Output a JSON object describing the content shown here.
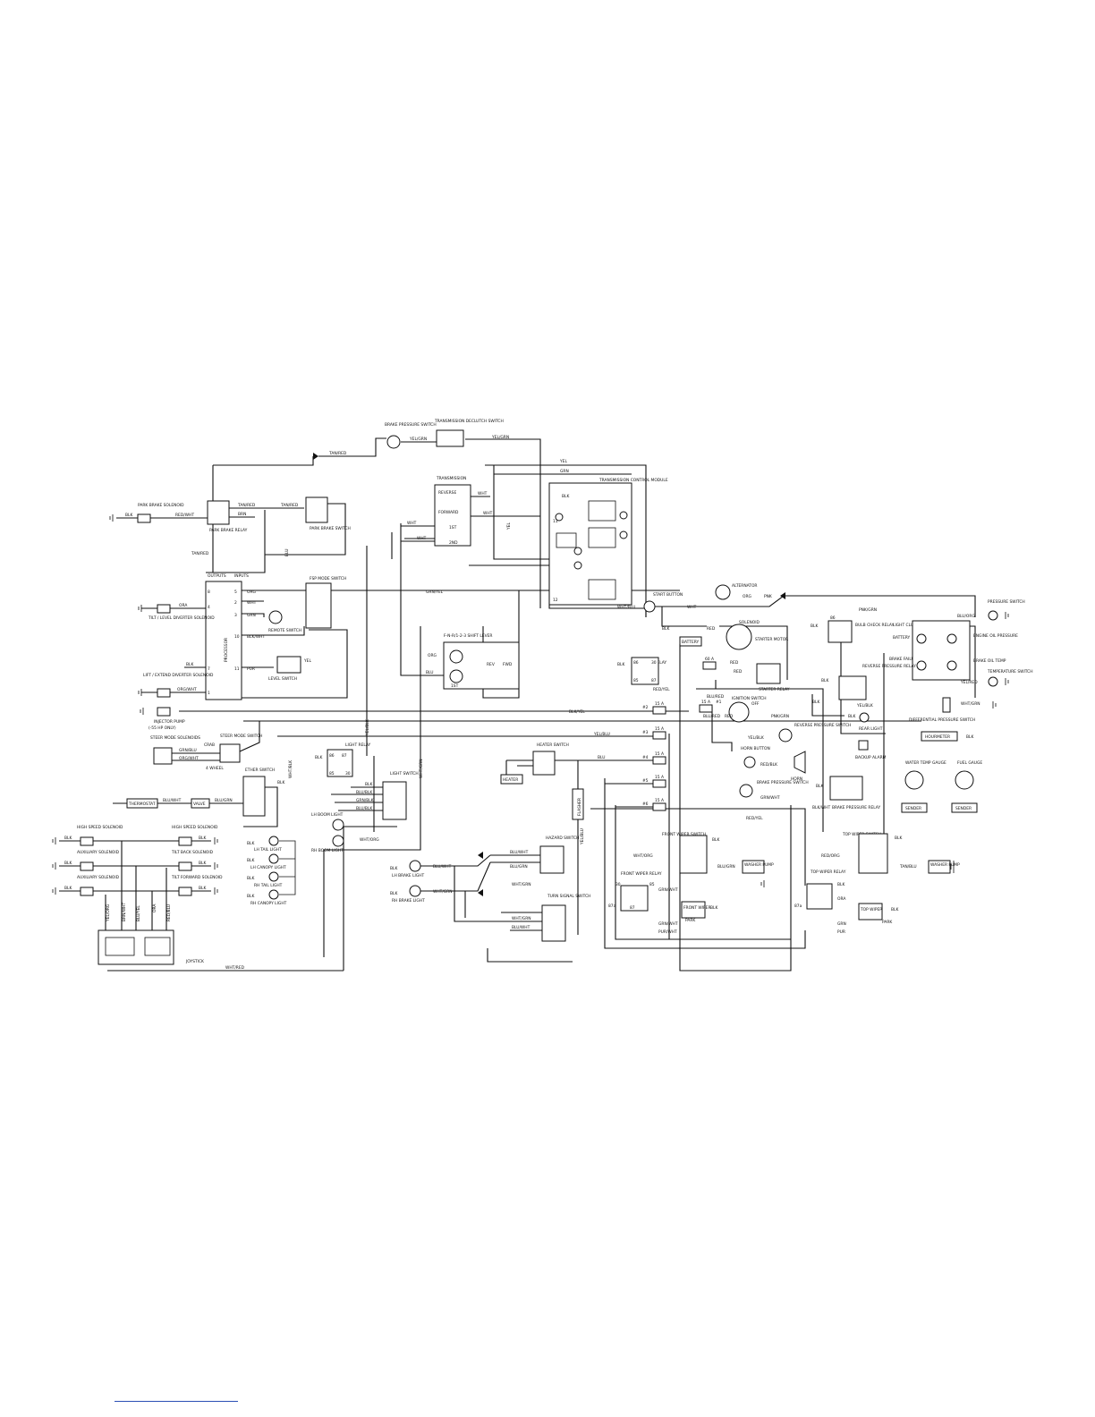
{
  "labels": {
    "brake_pressure_switch": "BRAKE PRESSURE SWITCH",
    "transmission_declutch_switch": "TRANSMISSION DECLUTCH SWITCH",
    "park_brake_solenoid": "PARK BRAKE SOLENOID",
    "park_brake_relay": "PARK BRAKE RELAY",
    "park_brake_switch": "PARK BRAKE SWITCH",
    "transmission": "TRANSMISSION",
    "reverse": "REVERSE",
    "forward": "FORWARD",
    "first": "1ST",
    "second": "2ND",
    "transmission_control_module": "TRANSMISSION CONTROL MODULE",
    "outputs": "OUTPUTS",
    "inputs": "INPUTS",
    "processor": "PROCESSOR",
    "fsp_mode_switch": "FSP MODE SWITCH",
    "remote_switch": "REMOTE SWITCH",
    "level_switch": "LEVEL SWITCH",
    "tilt_level_solenoid": "TILT / LEVEL DIVERTER SOLENOID",
    "lift_extend_solenoid": "LIFT / EXTEND DIVERTER SOLENOID",
    "shift_lever": "F-N-R/1-2-3 SHIFT LEVER",
    "rev": "REV",
    "fwd": "FWD",
    "start_button": "START BUTTON",
    "alternator": "ALTERNATOR",
    "solenoid": "SOLENOID",
    "starter_motor": "STARTER MOTOR",
    "battery": "BATTERY",
    "ignition_relay": "IGNITION RELAY",
    "starter_relay": "STARTER RELAY",
    "ignition_switch": "IGNITION SWITCH",
    "off": "OFF",
    "reverse_pressure_switch": "REVERSE PRESSURE SWITCH",
    "horn_button": "HORN BUTTON",
    "horn": "HORN",
    "bulb_check_relay": "BULB CHECK RELAY",
    "light_cluster": "LIGHT CLUSTER",
    "battery_lamp": "BATTERY",
    "brake_failure": "BRAKE FAILURE",
    "pressure_switch": "PRESSURE SWITCH",
    "engine_oil_pressure": "ENGINE OIL PRESSURE",
    "brake_oil_temp": "BRAKE OIL TEMP",
    "temperature_switch": "TEMPERATURE SWITCH",
    "differential_pressure_switch": "DIFFERENTIAL PRESSURE SWITCH",
    "reverse_pressure_relay": "REVERSE PRESSURE RELAY",
    "rear_light": "REAR LIGHT",
    "backup_alarm": "BACKUP ALARM",
    "hourmeter": "HOURMETER",
    "water_temp_gauge": "WATER TEMP GAUGE",
    "fuel_gauge": "FUEL GAUGE",
    "sender": "SENDER",
    "brake_pressure_switch_2": "BRAKE PRESSURE SWITCH",
    "brake_pressure_relay": "BRAKE PRESSURE RELAY",
    "injector_pump": "INJECTOR PUMP",
    "injector_note": "(-55 HP ONLY)",
    "steer_mode_solenoids": "STEER MODE SOLENOIDS",
    "steer_mode_switch": "STEER MODE SWITCH",
    "crab": "CRAB",
    "four_wheel": "4 WHEEL",
    "ether_switch": "ETHER SWITCH",
    "thermostat": "THERMOSTAT",
    "valve": "VALVE",
    "light_relay": "LIGHT RELAY",
    "light_switch": "LIGHT SWITCH",
    "lh_boom_light": "LH BOOM LIGHT",
    "rh_boom_light": "RH BOOM LIGHT",
    "lh_tail_light": "LH TAIL LIGHT",
    "lh_canopy_light": "LH CANOPY LIGHT",
    "rh_tail_light": "RH TAIL LIGHT",
    "rh_canopy_light": "RH CANOPY LIGHT",
    "heater_switch": "HEATER SWITCH",
    "heater": "HEATER",
    "flasher": "FLASHER",
    "hazard_switch": "HAZARD SWITCH",
    "turn_signal_switch": "TURN SIGNAL SWITCH",
    "lh_brake_light": "LH BRAKE LIGHT",
    "rh_brake_light": "RH BRAKE LIGHT",
    "high_speed_solenoid": "HIGH SPEED SOLENOID",
    "auxiliary_solenoid": "AUXILIARY SOLENOID",
    "tilt_back_solenoid": "TILT BACK SOLENOID",
    "tilt_forward_solenoid": "TILT FORWARD SOLENOID",
    "joystick": "JOYSTICK",
    "front_wiper_switch": "FRONT WIPER SWITCH",
    "front_wiper_relay": "FRONT WIPER RELAY",
    "front_wiper": "FRONT WIPER",
    "washer_pump": "WASHER PUMP",
    "top_wiper_switch": "TOP WIPER SWITCH",
    "top_wiper_relay": "TOP WIPER RELAY",
    "top_wiper": "TOP WIPER",
    "washer_pump_2": "WASHER PUMP",
    "park": "PARK"
  },
  "wires": {
    "tan_red": "TAN/RED",
    "yel_grn": "YEL/GRN",
    "yel": "YEL",
    "grn": "GRN",
    "blk": "BLK",
    "wht": "WHT",
    "red_wht": "RED/WHT",
    "brn": "BRN",
    "ora": "ORA",
    "org": "ORG",
    "grn_yel": "GRN/YEL",
    "blk_wht": "BLK/WHT",
    "pur": "PUR",
    "org_wht": "ORG/WHT",
    "blu": "BLU",
    "wht_blu": "WHT/BLU",
    "red": "RED",
    "red_yel": "RED/YEL",
    "blu_red": "BLU/RED",
    "blk_yel": "BLK/YEL",
    "yel_blu": "YEL/BLU",
    "yel_blk": "YEL/BLK",
    "pnk_grn": "PNK/GRN",
    "pnk": "PNK",
    "blu_org": "BLU/ORG",
    "wht_grn": "WHT/GRN",
    "yel_red": "YEL/RED",
    "grn_blu": "GRN/BLU",
    "org_wht2": "ORG/WHT",
    "blu_wht": "BLU/WHT",
    "blu_grn": "BLU/GRN",
    "blu_blk": "BLU/BLK",
    "grn_blk": "GRN/BLK",
    "wht_blk": "WHT/BLK",
    "wht_org": "WHT/ORG",
    "wht_red": "WHT/RED",
    "wht_grn2": "WHT/GRN",
    "blu_grn2": "BLU/GRN",
    "red_blk": "RED/BLK",
    "grn_wht": "GRN/WHT",
    "red_org": "RED/ORG",
    "tan_blu": "TAN/BLU",
    "grn_wht2": "GRN/WHT",
    "pur_wht": "PUR/WHT",
    "red_blu": "RED/BLU",
    "yel_org": "YEL/ORG",
    "blu_yel": "BLU/YEL",
    "brn_wht": "BRN/WHT",
    "yel_blu2": "YEL/BLU",
    "blu_red2": "BLU/RED"
  },
  "fuses": {
    "f1": "15 A",
    "f1n": "#1",
    "f2": "15 A",
    "f2n": "#2",
    "f3": "15 A",
    "f3n": "#3",
    "f4": "15 A",
    "f4n": "#4",
    "f5": "15 A",
    "f5n": "#5",
    "f6": "15 A",
    "f6n": "#6",
    "main": "60 A"
  },
  "relay_pins": {
    "p30": "30",
    "p85": "85",
    "p86": "86",
    "p87": "87",
    "p87a": "87a"
  }
}
